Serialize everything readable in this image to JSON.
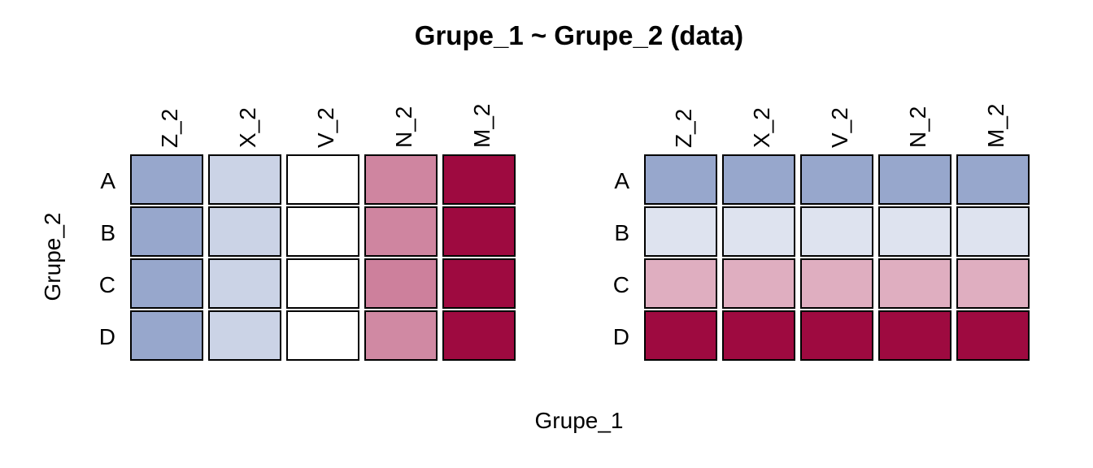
{
  "chart_data": {
    "type": "heatmap",
    "title": "Grupe_1 ~ Grupe_2 (data)",
    "xlabel": "Grupe_1",
    "ylabel": "Grupe_2",
    "panels": [
      {
        "columns": [
          "Z_2",
          "X_2",
          "V_2",
          "N_2",
          "M_2"
        ],
        "rows": [
          "A",
          "B",
          "C",
          "D"
        ],
        "values": [
          [
            -0.5,
            -0.25,
            0,
            0.5,
            1
          ],
          [
            -0.5,
            -0.25,
            0,
            0.5,
            1
          ],
          [
            -0.5,
            -0.25,
            0,
            0.52,
            1
          ],
          [
            -0.5,
            -0.25,
            0,
            0.48,
            1
          ]
        ]
      },
      {
        "columns": [
          "Z_2",
          "X_2",
          "V_2",
          "N_2",
          "M_2"
        ],
        "rows": [
          "A",
          "B",
          "C",
          "D"
        ],
        "values": [
          [
            -0.5,
            -0.5,
            -0.5,
            -0.5,
            -0.5
          ],
          [
            -0.16,
            -0.16,
            -0.16,
            -0.16,
            -0.16
          ],
          [
            0.33,
            0.33,
            0.33,
            0.33,
            0.33
          ],
          [
            1,
            1,
            1,
            1,
            1
          ]
        ]
      }
    ],
    "color_scale": {
      "low": "#2e4f99",
      "mid": "#ffffff",
      "high": "#9e0a40",
      "range": [
        -1,
        1
      ]
    }
  }
}
